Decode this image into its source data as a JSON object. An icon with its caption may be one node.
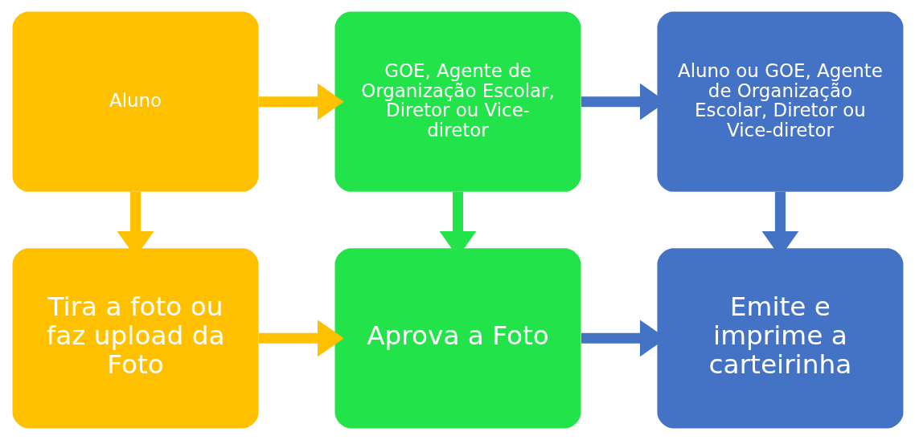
{
  "diagram": {
    "nodes": [
      {
        "text": [
          "Aluno"
        ]
      },
      {
        "text": [
          "GOE, Agente de Organização Escolar, Diretor ou Vice-diretor"
        ]
      },
      {
        "text": [
          "Aluno ou GOE, Agente de Organização Escolar, Diretor ou Vice-diretor"
        ]
      },
      {
        "text": [
          "Tira a foto ou faz upload da Foto"
        ]
      },
      {
        "text": [
          "Aprova a Foto"
        ]
      },
      {
        "text": [
          "Emite e imprime a carteirinha"
        ]
      }
    ],
    "edges": [
      {
        "from": 0,
        "to": 1,
        "arrow": "to",
        "color": "#ffc000"
      },
      {
        "from": 1,
        "to": 2,
        "arrow": "to",
        "color": "#4472c4"
      },
      {
        "from": 0,
        "to": 3,
        "arrow": "to",
        "color": "#ffc000"
      },
      {
        "from": 1,
        "to": 4,
        "arrow": "to",
        "color": "#22e34a"
      },
      {
        "from": 2,
        "to": 5,
        "arrow": "to",
        "color": "#4472c4"
      },
      {
        "from": 3,
        "to": 4,
        "arrow": "to",
        "color": "#ffc000"
      },
      {
        "from": 4,
        "to": 5,
        "arrow": "to",
        "color": "#4472c4"
      }
    ]
  }
}
